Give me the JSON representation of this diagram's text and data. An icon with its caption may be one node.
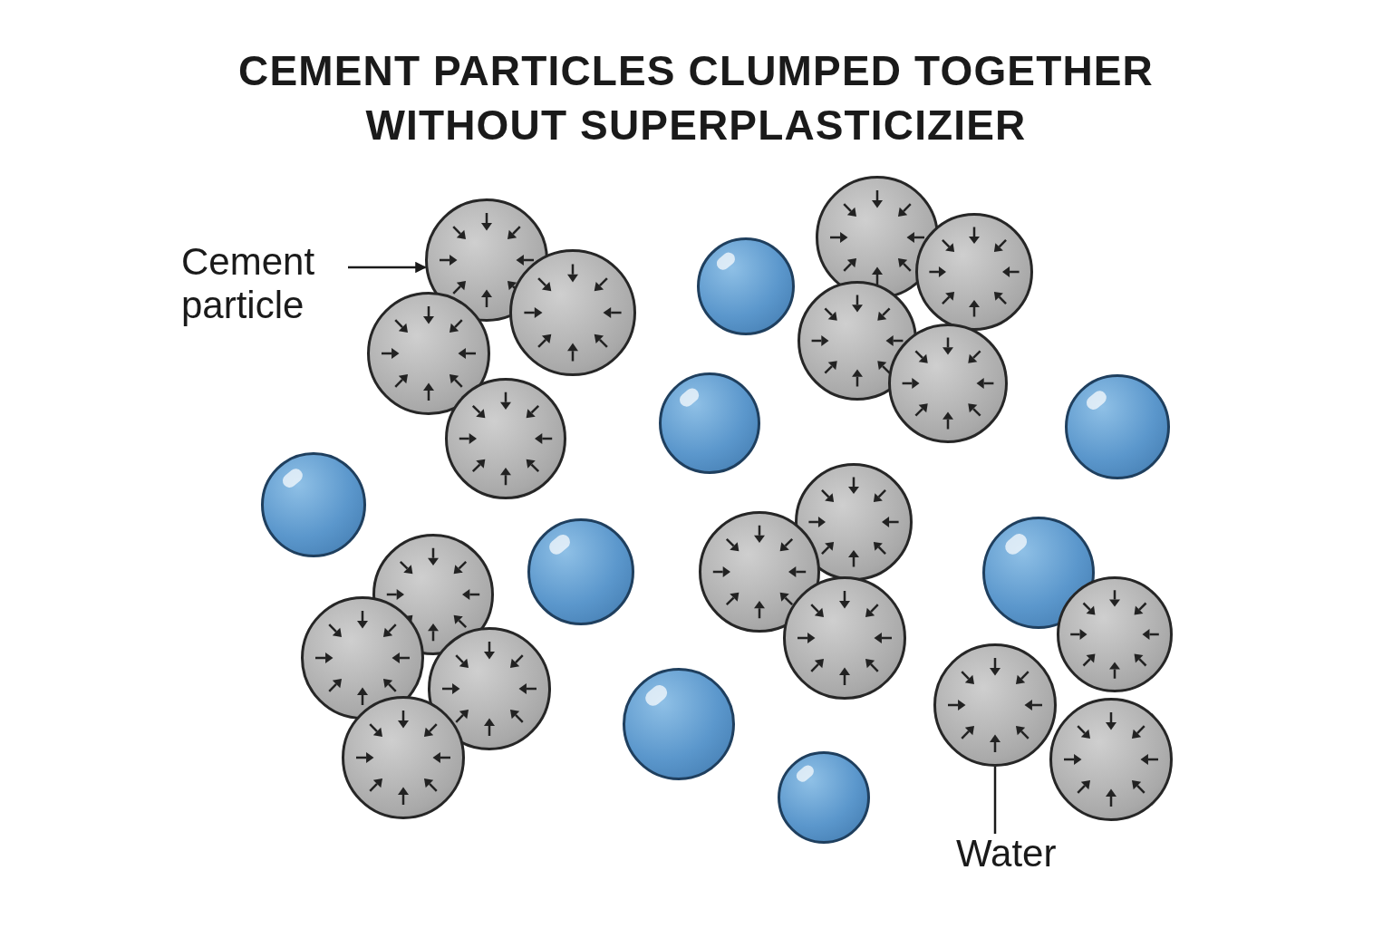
{
  "diagram": {
    "title": "CEMENT PARTICLES CLUMPED TOGETHER WITHOUT SUPERPLASTICIZIER",
    "nodes": [
      {
        "text": [
          "Cement particle"
        ]
      },
      {
        "text": [],
        "shape": "circle"
      },
      {
        "text": [],
        "shape": "circle"
      },
      {
        "text": [],
        "shape": "circle"
      },
      {
        "text": [],
        "shape": "circle"
      },
      {
        "text": [],
        "shape": "circle"
      },
      {
        "text": [],
        "shape": "circle"
      },
      {
        "text": [],
        "shape": "circle"
      },
      {
        "text": [],
        "shape": "circle"
      },
      {
        "text": [],
        "shape": "circle"
      },
      {
        "text": [],
        "shape": "circle"
      },
      {
        "text": [],
        "shape": "circle"
      },
      {
        "text": [],
        "shape": "circle"
      },
      {
        "text": [],
        "shape": "circle"
      },
      {
        "text": [],
        "shape": "circle"
      },
      {
        "text": [],
        "shape": "circle"
      },
      {
        "text": [],
        "shape": "circle"
      },
      {
        "text": [],
        "shape": "circle"
      },
      {
        "text": [],
        "shape": "circle"
      },
      {
        "text": [],
        "shape": "circle"
      },
      {
        "text": [],
        "shape": "circle"
      },
      {
        "text": [],
        "shape": "circle"
      },
      {
        "text": [],
        "shape": "circle"
      },
      {
        "text": [],
        "shape": "circle"
      },
      {
        "text": [],
        "shape": "circle"
      },
      {
        "text": [],
        "shape": "circle"
      },
      {
        "text": [],
        "shape": "circle"
      },
      {
        "text": [
          "Water"
        ]
      }
    ],
    "edges": [
      {
        "from": 0,
        "to": 2,
        "arrow": "to"
      },
      {
        "from": 27,
        "to": 16,
        "arrow": "none"
      }
    ]
  }
}
